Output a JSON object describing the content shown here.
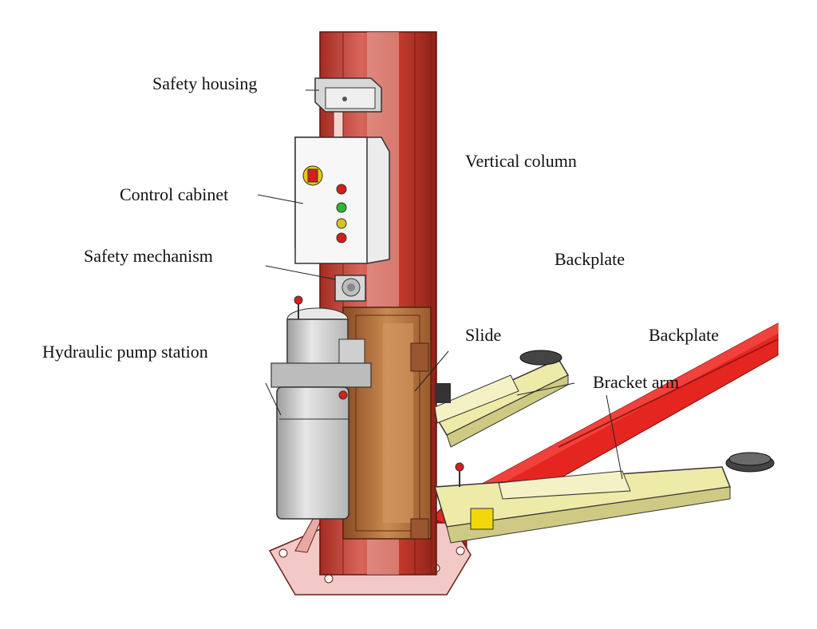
{
  "labels": {
    "safety_housing": "Safety housing",
    "vertical_column": "Vertical column",
    "control_cabinet": "Control cabinet",
    "safety_mechanism": "Safety mechanism",
    "backplate_1": "Backplate",
    "slide": "Slide",
    "backplate_2": "Backplate",
    "hydraulic_pump_station": "Hydraulic pump station",
    "bracket_arm": "Bracket arm"
  },
  "colors": {
    "column_red": "#c0392b",
    "column_pale": "#e7a9a3",
    "backplate_red": "#e52620",
    "slide_brown": "#b8733e",
    "arm_yellow": "#eeeaa8",
    "pump_gray": "#d2d2d2",
    "baseplate": "#f2c9c6",
    "leader_line": "#222222"
  }
}
